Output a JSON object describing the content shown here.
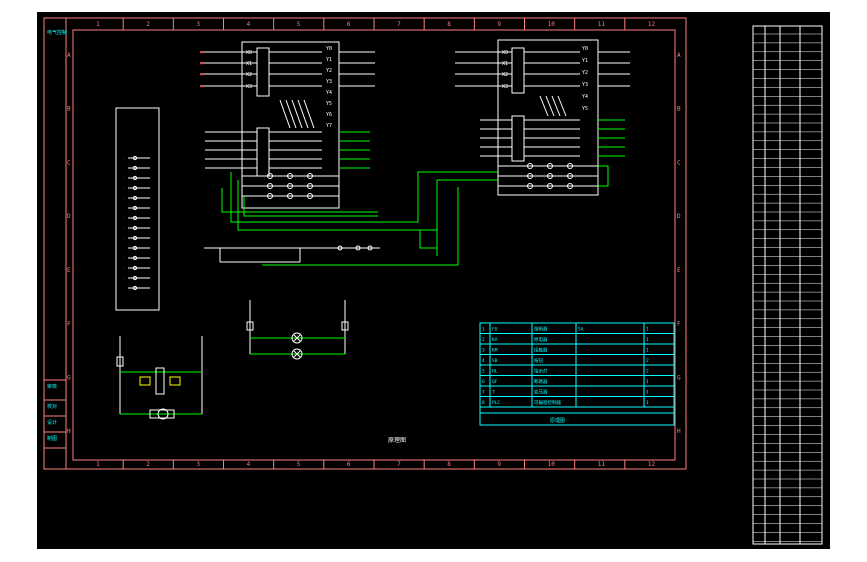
{
  "drawing": {
    "column_numbers": [
      "1",
      "2",
      "3",
      "4",
      "5",
      "6",
      "7",
      "8",
      "9",
      "10",
      "11",
      "12"
    ],
    "row_letters": [
      "A",
      "B",
      "C",
      "D",
      "E",
      "F",
      "G",
      "H"
    ],
    "caption": "原理图",
    "left_block_a": "审核",
    "left_block_b": "校对",
    "left_block_c": "设计",
    "left_block_d": "制图",
    "top_left_tag": "电气控制"
  },
  "title_block": {
    "rows": [
      [
        "1",
        "FU",
        "熔断器",
        "5A",
        "1"
      ],
      [
        "2",
        "KA",
        "继电器",
        "",
        "1"
      ],
      [
        "3",
        "KM",
        "接触器",
        "",
        "1"
      ],
      [
        "4",
        "SB",
        "按钮",
        "",
        "2"
      ],
      [
        "5",
        "HL",
        "指示灯",
        "",
        "2"
      ],
      [
        "6",
        "QF",
        "断路器",
        "",
        "1"
      ],
      [
        "7",
        "T",
        "变压器",
        "",
        "1"
      ],
      [
        "8",
        "PLC",
        "可编程控制器",
        "",
        "1"
      ]
    ],
    "footer": "原理图"
  },
  "plc_left": {
    "inputs": [
      "X0",
      "X1",
      "X2",
      "X3"
    ],
    "outputs": [
      "Y0",
      "Y1",
      "Y2",
      "Y3",
      "Y4",
      "Y5",
      "Y6",
      "Y7"
    ]
  },
  "plc_right": {
    "inputs": [
      "X0",
      "X1",
      "X2",
      "X3"
    ],
    "outputs": [
      "Y0",
      "Y1",
      "Y2",
      "Y3",
      "Y4",
      "Y5"
    ]
  },
  "colors": {
    "frame": "#ff7f7f",
    "line": "#ffffff",
    "wire": "#00ff00",
    "label": "#ff0000",
    "table": "#00ffff",
    "yellow": "#ffff00"
  }
}
